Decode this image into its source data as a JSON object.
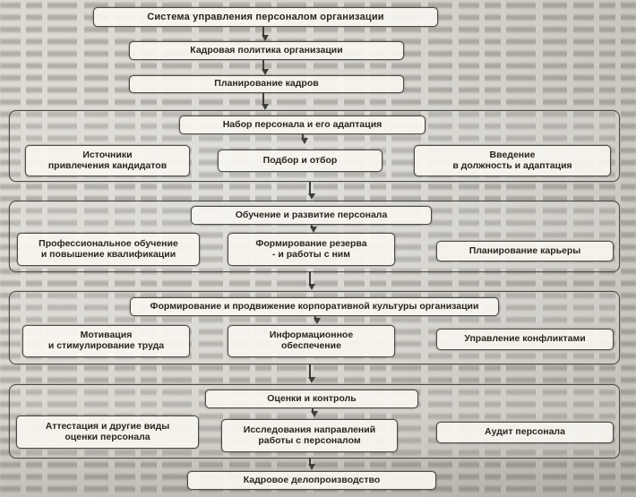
{
  "diagram": {
    "title": "Система управления персоналом организации",
    "flow": [
      "Кадровая политика организации",
      "Планирование кадров"
    ],
    "groups": [
      {
        "header": "Набор персонала и его адаптация",
        "items": [
          "Источники\nпривлечения кандидатов",
          "Подбор и отбор",
          "Введение\nв должность и адаптация"
        ]
      },
      {
        "header": "Обучение и развитие персонала",
        "items": [
          "Профессиональное обучение\nи повышение квалификации",
          "Формирование резерва\n- и работы с ним",
          "Планирование карьеры"
        ]
      },
      {
        "header": "Формирование и продвижение корпоративной культуры организации",
        "items": [
          "Мотивация\nи стимулирование труда",
          "Информационное\nобеспечение",
          "Управление конфликтами"
        ]
      },
      {
        "header": "Оценки и контроль",
        "items": [
          "Аттестация и другие виды\nоценки персонала",
          "Исследования направлений\nработы с персоналом",
          "Аудит персонала"
        ]
      }
    ],
    "footer": "Кадровое делопроизводство",
    "colors": {
      "box_border": "#4d4b45",
      "box_fill": "#f7f5ef",
      "page_background": "#d3d0c9",
      "text": "#28261f"
    }
  }
}
